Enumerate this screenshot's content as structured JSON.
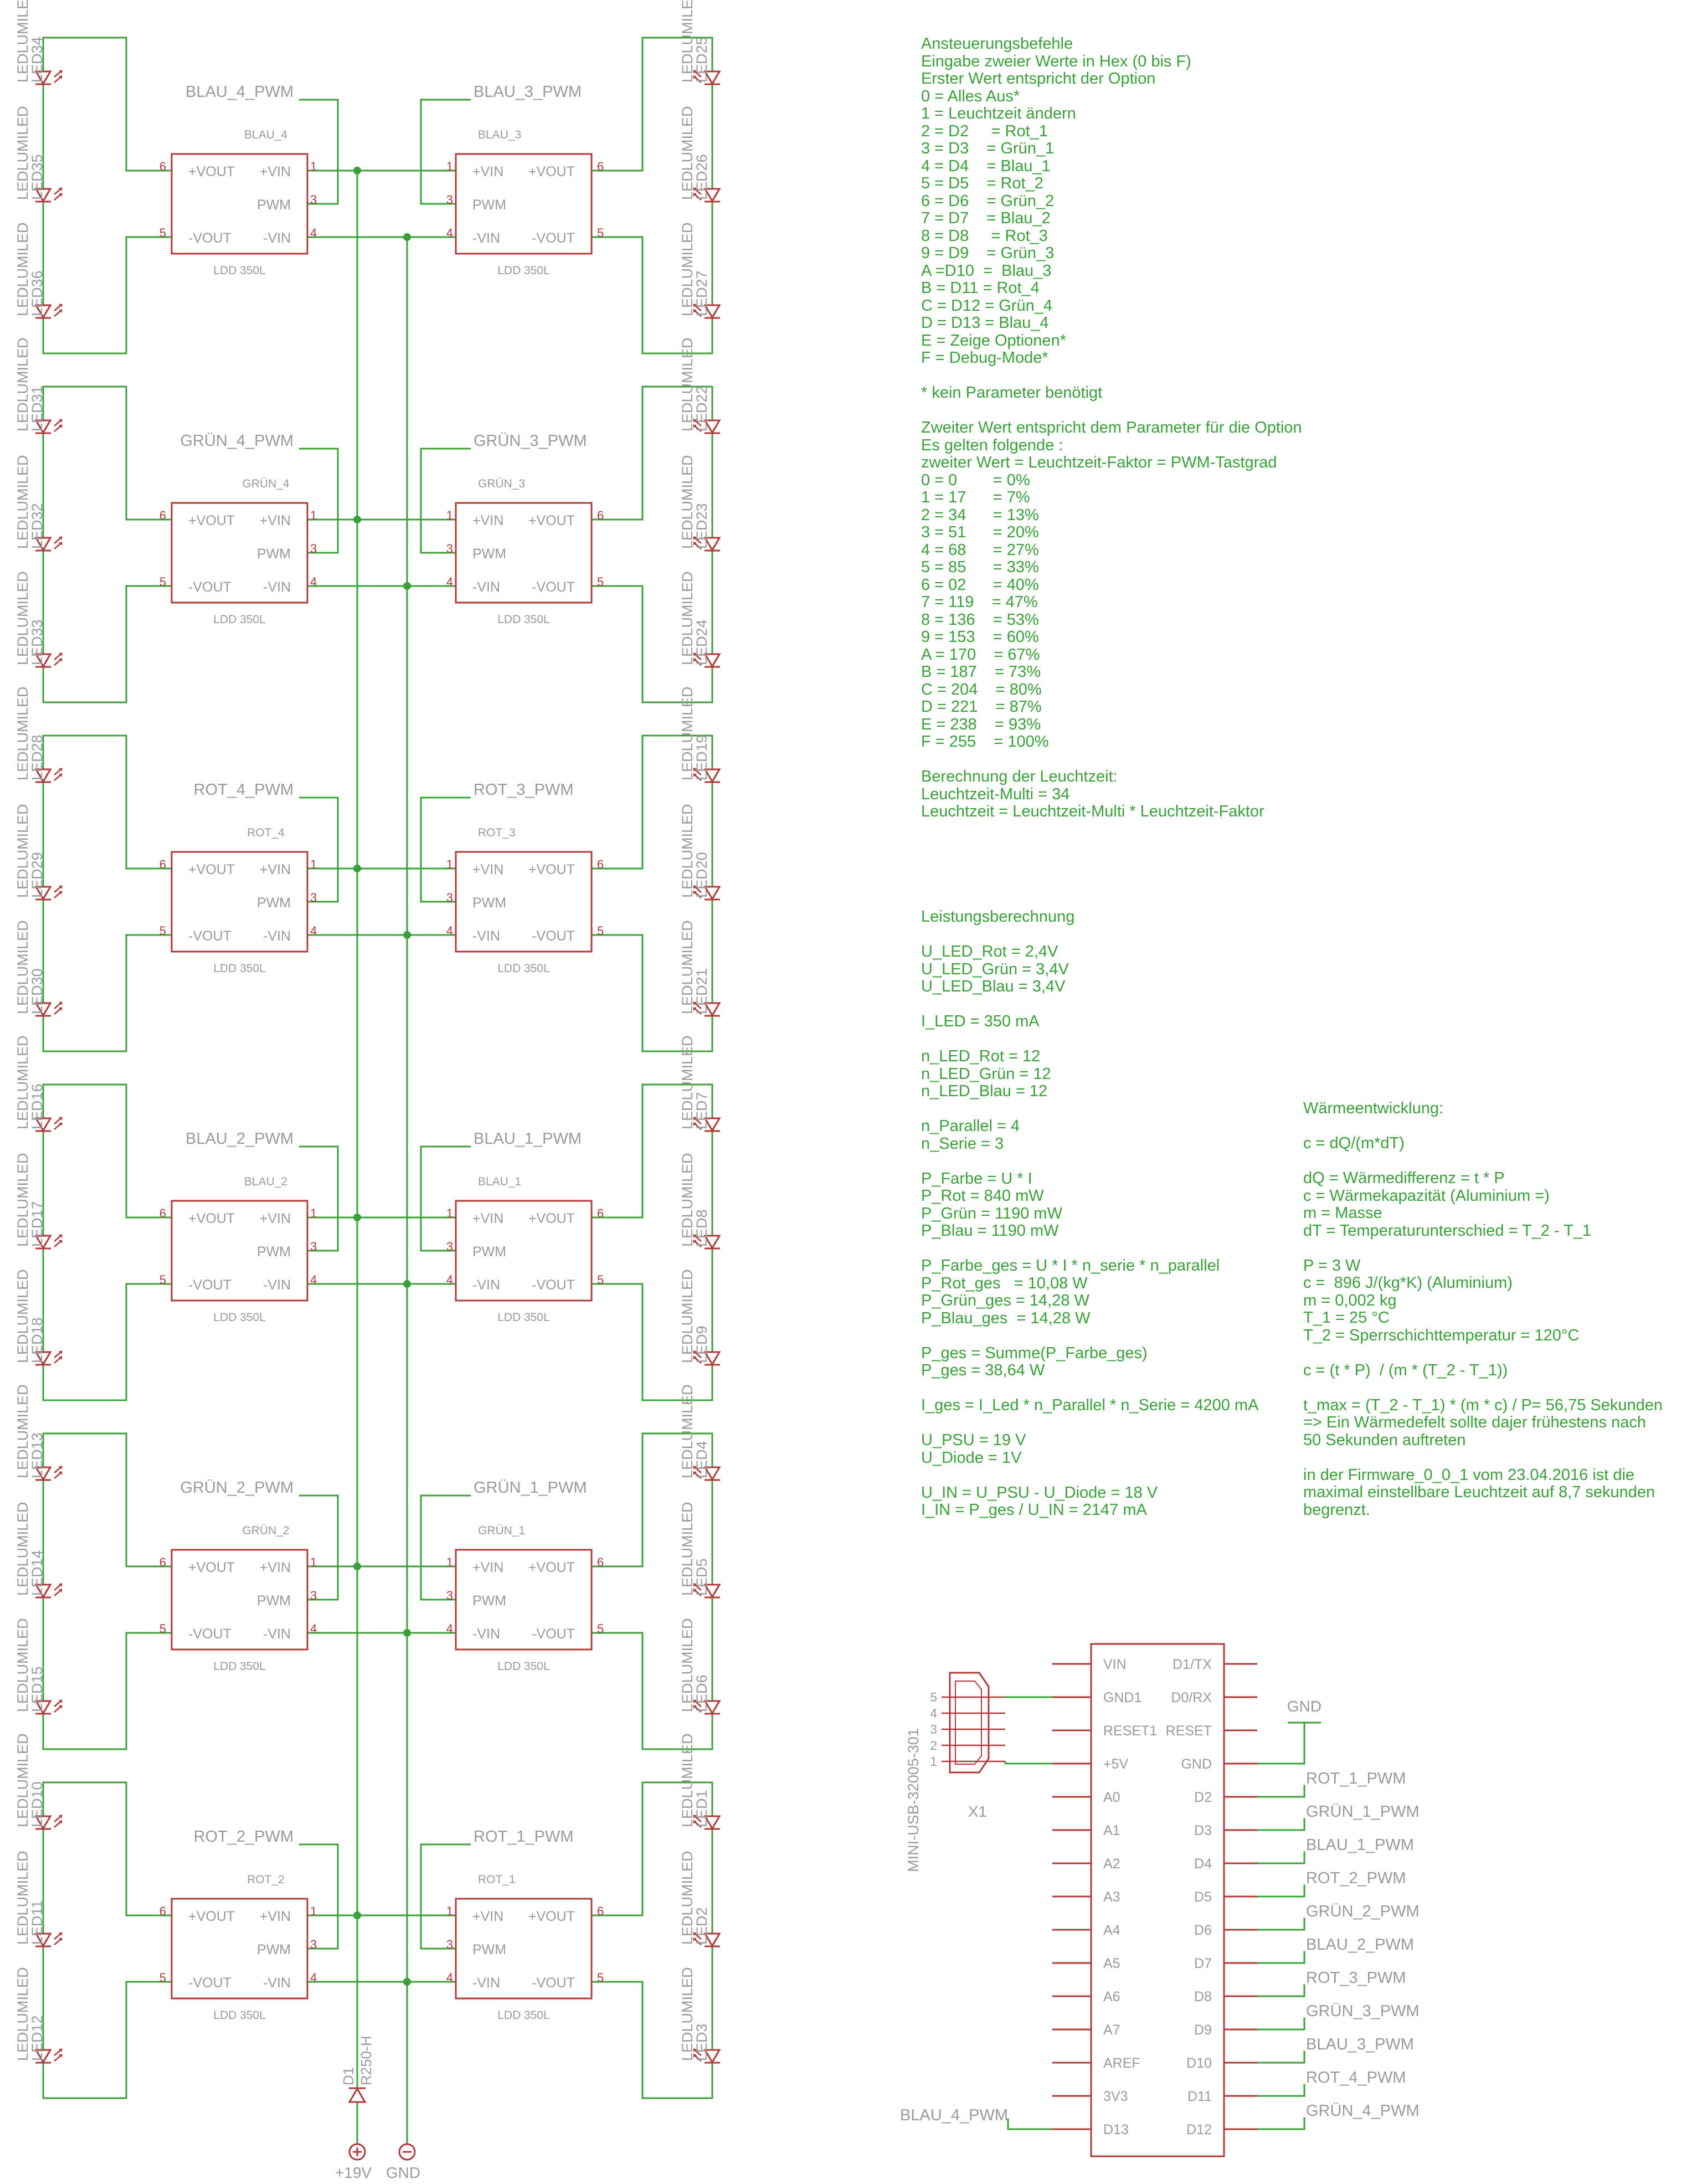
{
  "colors": {
    "wire": "#3aa03a",
    "part": "#b03a3a",
    "label": "#9a9a9a",
    "note": "#3aa03a"
  },
  "modules": [
    {
      "name": "BLAU_4",
      "net": "BLAU_4_PWM",
      "value": "LDD 350L"
    },
    {
      "name": "BLAU_3",
      "net": "BLAU_3_PWM",
      "value": "LDD 350L"
    },
    {
      "name": "GRÜN_4",
      "net": "GRÜN_4_PWM",
      "value": "LDD 350L"
    },
    {
      "name": "GRÜN_3",
      "net": "GRÜN_3_PWM",
      "value": "LDD 350L"
    },
    {
      "name": "ROT_4",
      "net": "ROT_4_PWM",
      "value": "LDD 350L"
    },
    {
      "name": "ROT_3",
      "net": "ROT_3_PWM",
      "value": "LDD 350L"
    },
    {
      "name": "BLAU_2",
      "net": "BLAU_2_PWM",
      "value": "LDD 350L"
    },
    {
      "name": "BLAU_1",
      "net": "BLAU_1_PWM",
      "value": "LDD 350L"
    },
    {
      "name": "GRÜN_2",
      "net": "GRÜN_2_PWM",
      "value": "LDD 350L"
    },
    {
      "name": "GRÜN_1",
      "net": "GRÜN_1_PWM",
      "value": "LDD 350L"
    },
    {
      "name": "ROT_2",
      "net": "ROT_2_PWM",
      "value": "LDD 350L"
    },
    {
      "name": "ROT_1",
      "net": "ROT_1_PWM",
      "value": "LDD 350L"
    }
  ],
  "module_pins": {
    "p6": "6",
    "p5": "5",
    "p1": "1",
    "p3": "3",
    "p4": "4",
    "vout_p": "+VOUT",
    "vout_n": "-VOUT",
    "vin_p": "+VIN",
    "vin_n": "-VIN",
    "pwm": "PWM"
  },
  "led_value": "LEDLUMILED",
  "leds_left": [
    "LED34",
    "LED35",
    "LED36",
    "LED31",
    "LED32",
    "LED33",
    "LED28",
    "LED29",
    "LED30",
    "LED16",
    "LED17",
    "LED18",
    "LED13",
    "LED14",
    "LED15",
    "LED10",
    "LED11",
    "LED12"
  ],
  "leds_right": [
    "LED25",
    "LED26",
    "LED27",
    "LED22",
    "LED23",
    "LED24",
    "LED19",
    "LED20",
    "LED21",
    "LED7",
    "LED8",
    "LED9",
    "LED4",
    "LED5",
    "LED6",
    "LED1",
    "LED2",
    "LED3"
  ],
  "power": {
    "diode": "D1",
    "diode_value": "R250-H",
    "vplus": "+19V",
    "gnd": "GND"
  },
  "arduino": {
    "left_pins": [
      "VIN",
      "GND1",
      "RESET1",
      "+5V",
      "A0",
      "A1",
      "A2",
      "A3",
      "A4",
      "A5",
      "A6",
      "A7",
      "AREF",
      "3V3",
      "D13"
    ],
    "right_pins": [
      "D1/TX",
      "D0/RX",
      "RESET",
      "GND",
      "D2",
      "D3",
      "D4",
      "D5",
      "D6",
      "D7",
      "D8",
      "D9",
      "D10",
      "D11",
      "D12"
    ],
    "gnd_label": "GND",
    "right_nets": [
      "ROT_1_PWM",
      "GRÜN_1_PWM",
      "BLAU_1_PWM",
      "ROT_2_PWM",
      "GRÜN_2_PWM",
      "BLAU_2_PWM",
      "ROT_3_PWM",
      "GRÜN_3_PWM",
      "BLAU_3_PWM",
      "ROT_4_PWM",
      "GRÜN_4_PWM"
    ],
    "d13_net": "BLAU_4_PWM"
  },
  "usb": {
    "name": "MINI-USB-32005-301",
    "ref": "X1",
    "pins": [
      "5",
      "4",
      "3",
      "2",
      "1"
    ]
  },
  "notes_commands": [
    "Ansteuerungsbefehle",
    "Eingabe zweier Werte in Hex (0 bis F)",
    "Erster Wert entspricht der Option",
    "0 = Alles Aus*",
    "1 = Leuchtzeit ändern",
    "2 = D2     = Rot_1",
    "3 = D3    = Grün_1",
    "4 = D4    = Blau_1",
    "5 = D5    = Rot_2",
    "6 = D6    = Grün_2",
    "7 = D7    = Blau_2",
    "8 = D8     = Rot_3",
    "9 = D9    = Grün_3",
    "A =D10  =  Blau_3",
    "B = D11 = Rot_4",
    "C = D12 = Grün_4",
    "D = D13 = Blau_4",
    "E = Zeige Optionen*",
    "F = Debug-Mode*",
    "",
    "* kein Parameter benötigt",
    "",
    "Zweiter Wert entspricht dem Parameter für die Option",
    "Es gelten folgende :",
    "zweiter Wert = Leuchtzeit-Faktor = PWM-Tastgrad",
    "0 = 0        = 0%",
    "1 = 17      = 7%",
    "2 = 34      = 13%",
    "3 = 51      = 20%",
    "4 = 68      = 27%",
    "5 = 85      = 33%",
    "6 = 02      = 40%",
    "7 = 119    = 47%",
    "8 = 136    = 53%",
    "9 = 153    = 60%",
    "A = 170    = 67%",
    "B = 187    = 73%",
    "C = 204    = 80%",
    "D = 221    = 87%",
    "E = 238    = 93%",
    "F = 255    = 100%",
    "",
    "Berechnung der Leuchtzeit:",
    "Leuchtzeit-Multi = 34",
    "Leuchtzeit = Leuchtzeit-Multi * Leuchtzeit-Faktor"
  ],
  "notes_power": [
    "Leistungsberechnung",
    "",
    "U_LED_Rot = 2,4V",
    "U_LED_Grün = 3,4V",
    "U_LED_Blau = 3,4V",
    "",
    "I_LED = 350 mA",
    "",
    "n_LED_Rot = 12",
    "n_LED_Grün = 12",
    "n_LED_Blau = 12",
    "",
    "n_Parallel = 4",
    "n_Serie = 3",
    "",
    "P_Farbe = U * I",
    "P_Rot = 840 mW",
    "P_Grün = 1190 mW",
    "P_Blau = 1190 mW",
    "",
    "P_Farbe_ges = U * I * n_serie * n_parallel",
    "P_Rot_ges   = 10,08 W",
    "P_Grün_ges = 14,28 W",
    "P_Blau_ges  = 14,28 W",
    "",
    "P_ges = Summe(P_Farbe_ges)",
    "P_ges = 38,64 W",
    "",
    "I_ges = I_Led * n_Parallel * n_Serie = 4200 mA",
    "",
    "U_PSU = 19 V",
    "U_Diode = 1V",
    "",
    "U_IN = U_PSU - U_Diode = 18 V",
    "I_IN = P_ges / U_IN = 2147 mA"
  ],
  "notes_heat": [
    "Wärmeentwicklung:",
    "",
    "c = dQ/(m*dT)",
    "",
    "dQ = Wärmedifferenz = t * P",
    "c = Wärmekapazität (Aluminium =)",
    "m = Masse",
    "dT = Temperaturunterschied = T_2 - T_1",
    "",
    "P = 3 W",
    "c =  896 J/(kg*K) (Aluminium)",
    "m = 0,002 kg",
    "T_1 = 25 °C",
    "T_2 = Sperrschichttemperatur = 120°C",
    "",
    "c = (t * P)  / (m * (T_2 - T_1))",
    "",
    "t_max = (T_2 - T_1) * (m * c) / P= 56,75 Sekunden",
    "=> Ein Wärmedefelt sollte dajer frühestens nach",
    "50 Sekunden auftreten",
    "",
    "in der Firmware_0_0_1 vom 23.04.2016 ist die",
    "maximal einstellbare Leuchtzeit auf 8,7 sekunden",
    "begrenzt."
  ]
}
